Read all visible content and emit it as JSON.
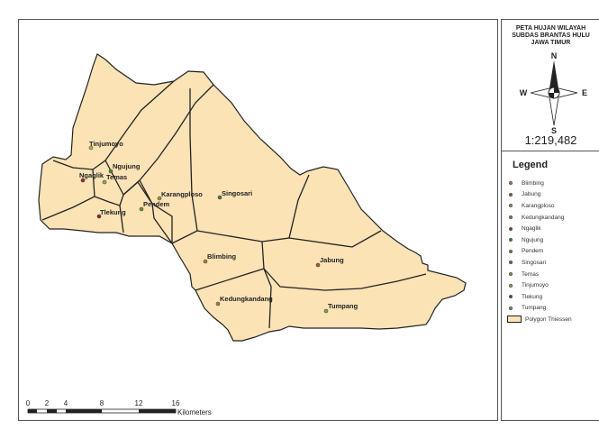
{
  "title": {
    "line1": "PETA HUJAN WILAYAH",
    "line2": "SUBDAS BRANTAS HULU",
    "line3": "JAWA TIMUR"
  },
  "north_arrow": {
    "n": "N",
    "s": "S",
    "e": "E",
    "w": "W"
  },
  "scale_text": "1:219,482",
  "legend": {
    "title": "Legend",
    "items": [
      {
        "label": "Blimbing",
        "color": "#c8783a"
      },
      {
        "label": "Jabung",
        "color": "#a85a2a"
      },
      {
        "label": "Karangploso",
        "color": "#9a9a3a"
      },
      {
        "label": "Kedungkandang",
        "color": "#b07a3a"
      },
      {
        "label": "Ngaglik",
        "color": "#9a2a2a"
      },
      {
        "label": "Ngujung",
        "color": "#4a8a2a"
      },
      {
        "label": "Pendem",
        "color": "#6a9a2a"
      },
      {
        "label": "Singosari",
        "color": "#4a7a3a"
      },
      {
        "label": "Temas",
        "color": "#8ab04a"
      },
      {
        "label": "Tinjumoyo",
        "color": "#c8b040"
      },
      {
        "label": "Tlekung",
        "color": "#8a2a1a"
      },
      {
        "label": "Tumpang",
        "color": "#7aa83a"
      }
    ],
    "polygon_label": "Polygon Thiessen"
  },
  "stations": {
    "tinjumoyo": "Tinjumoyo",
    "ngujung": "Ngujung",
    "ngaglik": "Ngaglik",
    "temas": "Temas",
    "tlekung": "Tlekung",
    "pendem": "Pendem",
    "karangploso": "Karangploso",
    "singosari": "Singosari",
    "blimbing": "Blimbing",
    "jabung": "Jabung",
    "kedungkandang": "Kedungkandang",
    "tumpang": "Tumpang"
  },
  "scalebar": {
    "ticks": [
      "0",
      "2",
      "4",
      "8",
      "12",
      "16"
    ],
    "unit": "Kilometers"
  },
  "colors": {
    "fill": "#fbe3b6",
    "border": "#222222"
  }
}
